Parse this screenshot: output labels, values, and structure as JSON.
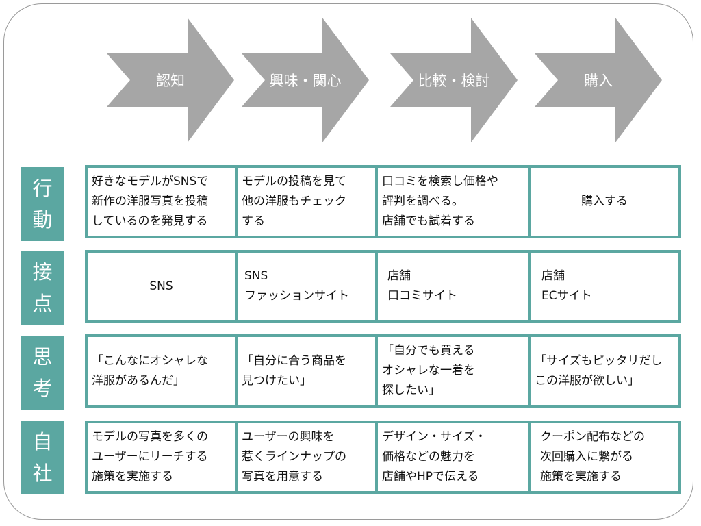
{
  "stages": [
    "認知",
    "興味・関心",
    "比較・検討",
    "購入"
  ],
  "rows": [
    {
      "label": [
        "行",
        "動"
      ],
      "cells": [
        "好きなモデルがSNSで\n新作の洋服写真を投稿\nしているのを発見する",
        "モデルの投稿を見て\n他の洋服もチェック\nする",
        "口コミを検索し価格や\n評判を調べる。\n店舗でも試着する",
        "購入する"
      ]
    },
    {
      "label": [
        "接",
        "点"
      ],
      "cells": [
        "SNS",
        "SNS\nファッションサイト",
        "店舗\n口コミサイト",
        "店舗\nECサイト"
      ]
    },
    {
      "label": [
        "思",
        "考"
      ],
      "cells": [
        "「こんなにオシャレな\n洋服があるんだ」",
        "「自分に合う商品を\n見つけたい」",
        "「自分でも買える\nオシャレな一着を\n探したい」",
        "「サイズもピッタリだし\nこの洋服が欲しい」"
      ]
    },
    {
      "label": [
        "自",
        "社"
      ],
      "cells": [
        "モデルの写真を多くの\nユーザーにリーチする\n施策を実施する",
        "ユーザーの興味を\n惹くラインナップの\n写真を用意する",
        "デザイン・サイズ・\n価格などの魅力を\n店舗やHPで伝える",
        "クーポン配布などの\n次回購入に繋がる\n施策を実施する"
      ]
    }
  ]
}
